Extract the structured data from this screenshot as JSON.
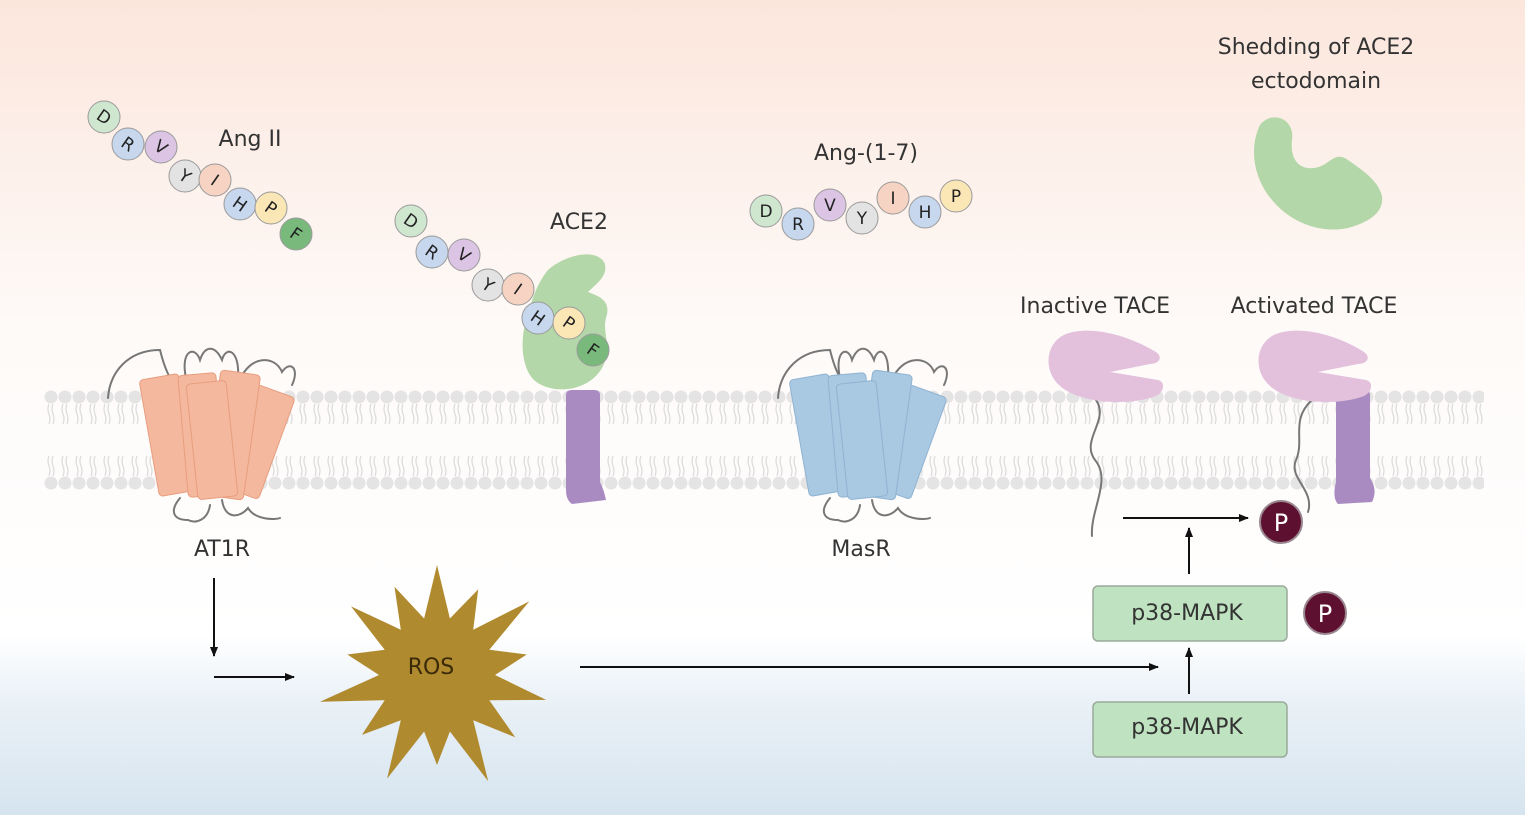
{
  "labels": {
    "ang2": "Ang II",
    "ace2": "ACE2",
    "ang17": "Ang-(1-7)",
    "shedding_line1": "Shedding of ACE2",
    "shedding_line2": "ectodomain",
    "inactive_tace": "Inactive TACE",
    "activated_tace": "Activated TACE",
    "at1r": "AT1R",
    "masr": "MasR",
    "ros": "ROS",
    "p38_upper": "p38-MAPK",
    "p38_lower": "p38-MAPK",
    "phospho_1": "P",
    "phospho_2": "P"
  },
  "peptides": {
    "ang2": [
      "D",
      "R",
      "V",
      "Y",
      "I",
      "H",
      "P",
      "F"
    ],
    "ang2_bound": [
      "D",
      "R",
      "V",
      "Y",
      "I",
      "H",
      "P",
      "F"
    ],
    "ang17": [
      "D",
      "R",
      "V",
      "Y",
      "I",
      "H",
      "P"
    ]
  },
  "residue_colors": {
    "D": "#cfe6cf",
    "R": "#c6d7ee",
    "V": "#dcc4e4",
    "Y": "#e3e3e3",
    "I": "#f6d3c2",
    "H": "#c6d7ee",
    "P": "#fbe7b6",
    "F": "#79b97b"
  },
  "colors": {
    "bg_top": "#fbe6dc",
    "bg_bottom": "#dce8f2",
    "at1r": "#f4b89e",
    "masr": "#a9c8e2",
    "ace2": "#b3d7a8",
    "transmembrane": "#a98bc2",
    "tace": "#e3c1dd",
    "ros": "#b08a2f",
    "p38": "#bfe3c0",
    "phospho": "#5e1030"
  }
}
